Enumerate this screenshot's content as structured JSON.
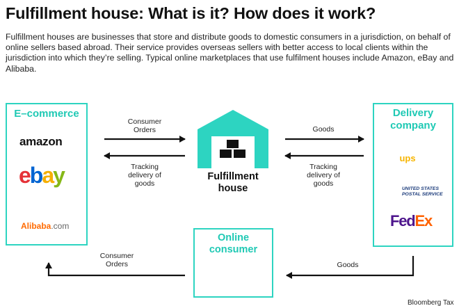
{
  "title": "Fulfillment house: What is it? How does it work?",
  "intro": "Fulfillment houses are businesses that store and distribute goods to domestic consumers in a jurisdiction, on behalf of online sellers based abroad. Their service provides overseas sellers with better access to local clients within the jurisdiction into which they’re selling. Typical online marketplaces that use fulfilment houses include Amazon, eBay and Alibaba.",
  "colors": {
    "accent": "#2dd4c1",
    "accent_text": "#1fc9b4",
    "arrow": "#111111"
  },
  "ecommerce": {
    "title": "E–commerce",
    "logos": {
      "amazon": "amazon",
      "ebay": [
        "e",
        "b",
        "a",
        "y"
      ],
      "ebay_colors": [
        "#e53238",
        "#0064d2",
        "#f5af02",
        "#86b817"
      ],
      "alibaba": "Alibaba",
      "alibaba_suffix": ".com"
    }
  },
  "fulfillment": {
    "label_line1": "Fulfillment",
    "label_line2": "house"
  },
  "delivery": {
    "title_line1": "Delivery",
    "title_line2": "company",
    "logos": {
      "ups": "ups",
      "usps_line1": "UNITED STATES",
      "usps_line2": "POSTAL SERVICE",
      "fedex_fed": "Fed",
      "fedex_ex": "Ex",
      "fedex_colors": [
        "#4d148c",
        "#ff6200"
      ]
    }
  },
  "consumer": {
    "title_line1": "Online",
    "title_line2": "consumer"
  },
  "flows": {
    "consumer_orders_top": [
      "Consumer",
      "Orders"
    ],
    "tracking_left": [
      "Tracking",
      "delivery of",
      "goods"
    ],
    "goods_top": "Goods",
    "tracking_right": [
      "Tracking",
      "delivery of",
      "goods"
    ],
    "consumer_orders_bottom": [
      "Consumer",
      "Orders"
    ],
    "goods_bottom": "Goods"
  },
  "footer": "Bloomberg Tax"
}
